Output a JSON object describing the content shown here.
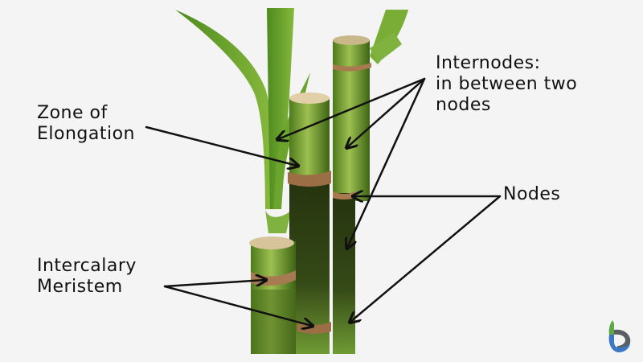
{
  "diagram": {
    "subject": "bamboo stem anatomy",
    "labels": {
      "zone_of_elongation": [
        "Zone of",
        "Elongation"
      ],
      "internodes": [
        "Internodes:",
        "in between two",
        "nodes"
      ],
      "nodes": [
        "Nodes"
      ],
      "intercalary_meristem": [
        "Intercalary",
        "Meristem"
      ]
    },
    "colors": {
      "background": "#f4f4f4",
      "text": "#111111",
      "arrow": "#111111",
      "stem_light": "#8fb24a",
      "stem_dark": "#2f3f16",
      "node_ring": "#b7865a",
      "logo_blue": "#3a78c6",
      "logo_green": "#5fa846",
      "logo_gray": "#5a5f66"
    }
  },
  "logo": {
    "name": "brand-logo"
  }
}
